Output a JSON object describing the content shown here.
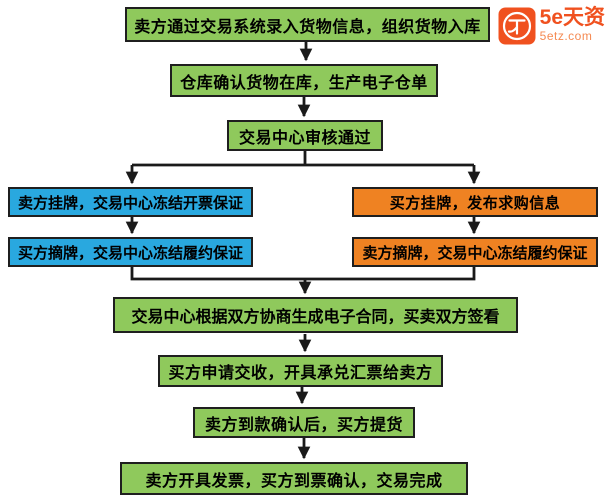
{
  "logo": {
    "title": "5e天资",
    "domain": "5etz.com",
    "icon": "coin-icon"
  },
  "colors": {
    "node_green": "#8fc95c",
    "node_blue": "#29a8df",
    "node_orange": "#ef8222",
    "node_border": "#1f1f1f",
    "line": "#1a1a1a",
    "text": "#000000",
    "brand": "#f0511f",
    "brand_light": "#f58a52",
    "background": "#ffffff"
  },
  "nodes": [
    {
      "id": "step-entry",
      "text": "卖方通过交易系统录入货物信息，组织货物入库",
      "type": "green"
    },
    {
      "id": "step-warehouse-confirm",
      "text": "仓库确认货物在库，生产电子仓单",
      "type": "green"
    },
    {
      "id": "step-center-review",
      "text": "交易中心审核通过",
      "type": "green"
    },
    {
      "id": "step-seller-list",
      "text": "卖方挂牌，交易中心冻结开票保证",
      "type": "blue"
    },
    {
      "id": "step-buyer-list",
      "text": "买方挂牌，发布求购信息",
      "type": "orange"
    },
    {
      "id": "step-buyer-delist",
      "text": "买方摘牌，交易中心冻结履约保证",
      "type": "blue"
    },
    {
      "id": "step-seller-delist",
      "text": "卖方摘牌，交易中心冻结履约保证",
      "type": "orange"
    },
    {
      "id": "step-contract",
      "text": "交易中心根据双方协商生成电子合同，买卖双方签看",
      "type": "green"
    },
    {
      "id": "step-delivery-apply",
      "text": "买方申请交收，开具承兑汇票给卖方",
      "type": "green"
    },
    {
      "id": "step-pickup",
      "text": "卖方到款确认后，买方提货",
      "type": "green"
    },
    {
      "id": "step-complete",
      "text": "卖方开具发票，买方到票确认，交易完成",
      "type": "green"
    }
  ]
}
